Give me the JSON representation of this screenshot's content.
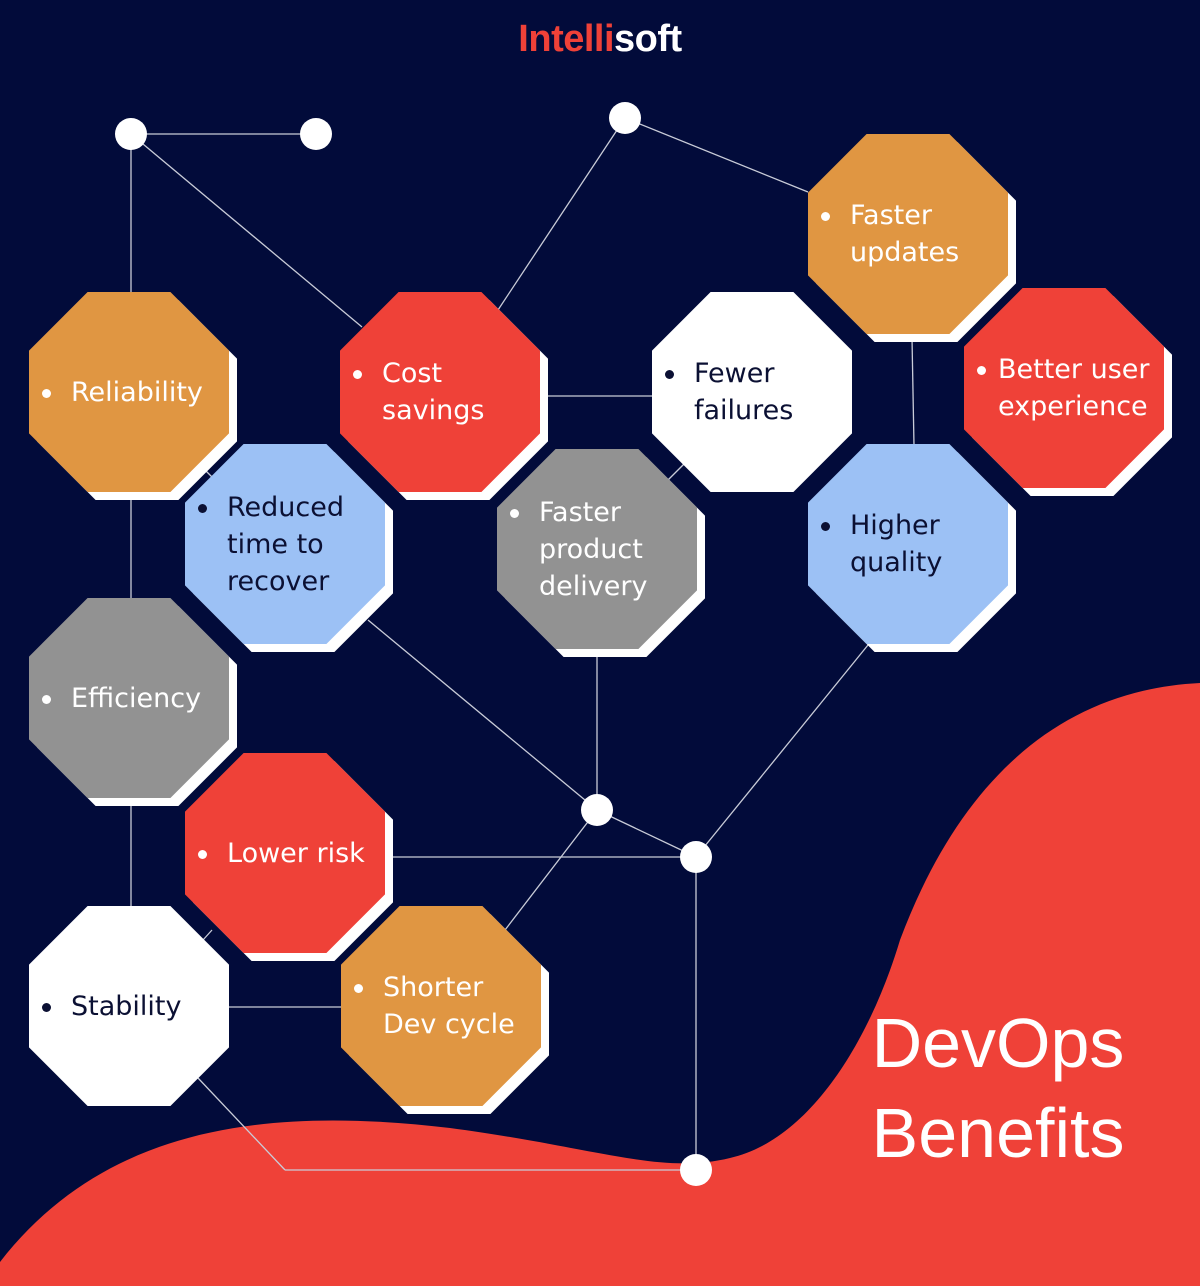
{
  "brand": {
    "part1": "Intelli",
    "part2": "soft"
  },
  "title": {
    "line1": "DevOps",
    "line2": "Benefits"
  },
  "benefits": [
    {
      "label": "Faster updates",
      "line1": "Faster",
      "line2": "updates",
      "color": "#e09642"
    },
    {
      "label": "Reliability",
      "line1": "Reliability",
      "color": "#e09642"
    },
    {
      "label": "Cost savings",
      "line1": "Cost",
      "line2": "savings",
      "color": "#ef4138"
    },
    {
      "label": "Fewer failures",
      "line1": "Fewer",
      "line2": "failures",
      "color": "#ffffff"
    },
    {
      "label": "Better user experience",
      "line1": "Better user",
      "line2": "experience",
      "color": "#ef4138"
    },
    {
      "label": "Reduced time to recover",
      "line1": "Reduced",
      "line2": "time to",
      "line3": "recover",
      "color": "#9cc1f5"
    },
    {
      "label": "Faster product delivery",
      "line1": "Faster",
      "line2": "product",
      "line3": "delivery",
      "color": "#929292"
    },
    {
      "label": "Higher quality",
      "line1": "Higher",
      "line2": "quality",
      "color": "#9cc1f5"
    },
    {
      "label": "Efficiency",
      "line1": "Efficiency",
      "color": "#929292"
    },
    {
      "label": "Lower risk",
      "line1": "Lower risk",
      "color": "#ef4138"
    },
    {
      "label": "Stability",
      "line1": "Stability",
      "color": "#ffffff"
    },
    {
      "label": "Shorter Dev cycle",
      "line1": "Shorter",
      "line2": "Dev cycle",
      "color": "#e09642"
    }
  ],
  "colors": {
    "background": "#020b3a",
    "accent": "#ef4138",
    "connector": "#c9ccd8",
    "node": "#ffffff"
  }
}
